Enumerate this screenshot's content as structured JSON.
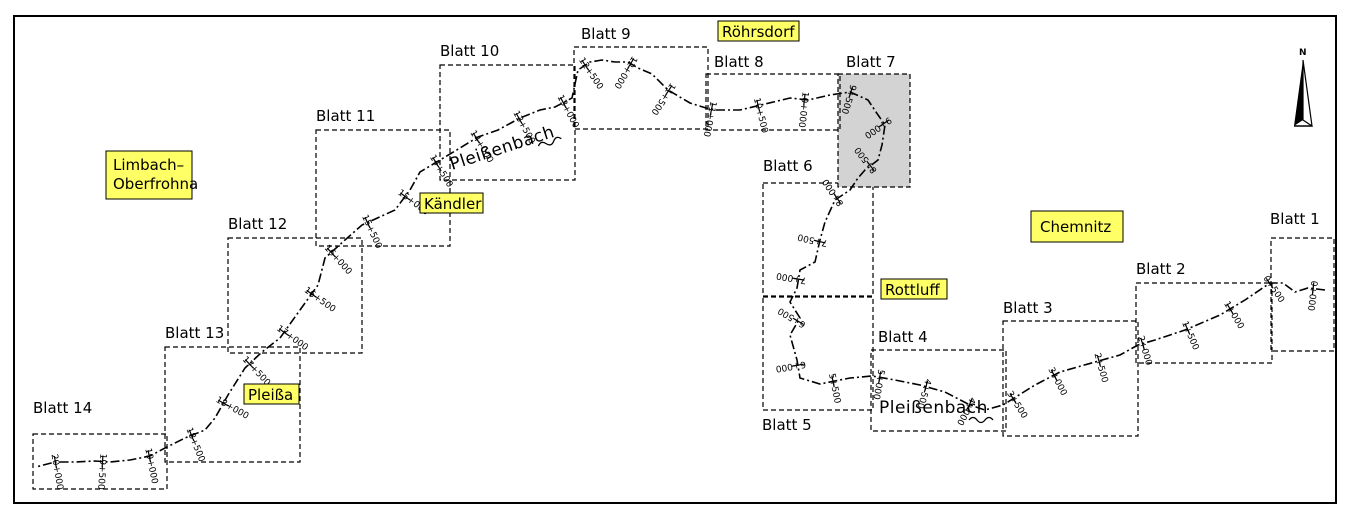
{
  "map": {
    "sheets": [
      {
        "label": "Blatt 1"
      },
      {
        "label": "Blatt 2"
      },
      {
        "label": "Blatt 3"
      },
      {
        "label": "Blatt 4"
      },
      {
        "label": "Blatt 5"
      },
      {
        "label": "Blatt 6"
      },
      {
        "label": "Blatt 7",
        "highlighted": true
      },
      {
        "label": "Blatt 8"
      },
      {
        "label": "Blatt 9"
      },
      {
        "label": "Blatt 10"
      },
      {
        "label": "Blatt 11"
      },
      {
        "label": "Blatt 12"
      },
      {
        "label": "Blatt 13"
      },
      {
        "label": "Blatt 14"
      }
    ],
    "places": [
      {
        "name": "Röhrsdorf"
      },
      {
        "name": "Limbach–\nOberfrohna"
      },
      {
        "name": "Kändler"
      },
      {
        "name": "Chemnitz"
      },
      {
        "name": "Rottluff"
      },
      {
        "name": "Pleißa"
      }
    ],
    "river_labels": [
      "Pleißenbach",
      "Pleißenbach"
    ],
    "chainage": [
      "0+000",
      "0+500",
      "1+000",
      "1+500",
      "2+000",
      "2+500",
      "3+000",
      "3+500",
      "4+000",
      "4+500",
      "5+000",
      "5+500",
      "6+000",
      "6+500",
      "7+000",
      "7+500",
      "8+000",
      "8+500",
      "9+000",
      "9+500",
      "10+000",
      "10+500",
      "11+000",
      "11+500",
      "12+000",
      "12+500",
      "13+000",
      "13+500",
      "14+000",
      "14+500",
      "15+000",
      "15+500",
      "16+000",
      "16+500",
      "17+000",
      "17+500",
      "18+000",
      "18+500",
      "19+000",
      "19+500",
      "20+000"
    ],
    "north_label": "N",
    "colors": {
      "place_fill": "#ffff66",
      "highlight_sheet": "#d3d3d3"
    }
  }
}
